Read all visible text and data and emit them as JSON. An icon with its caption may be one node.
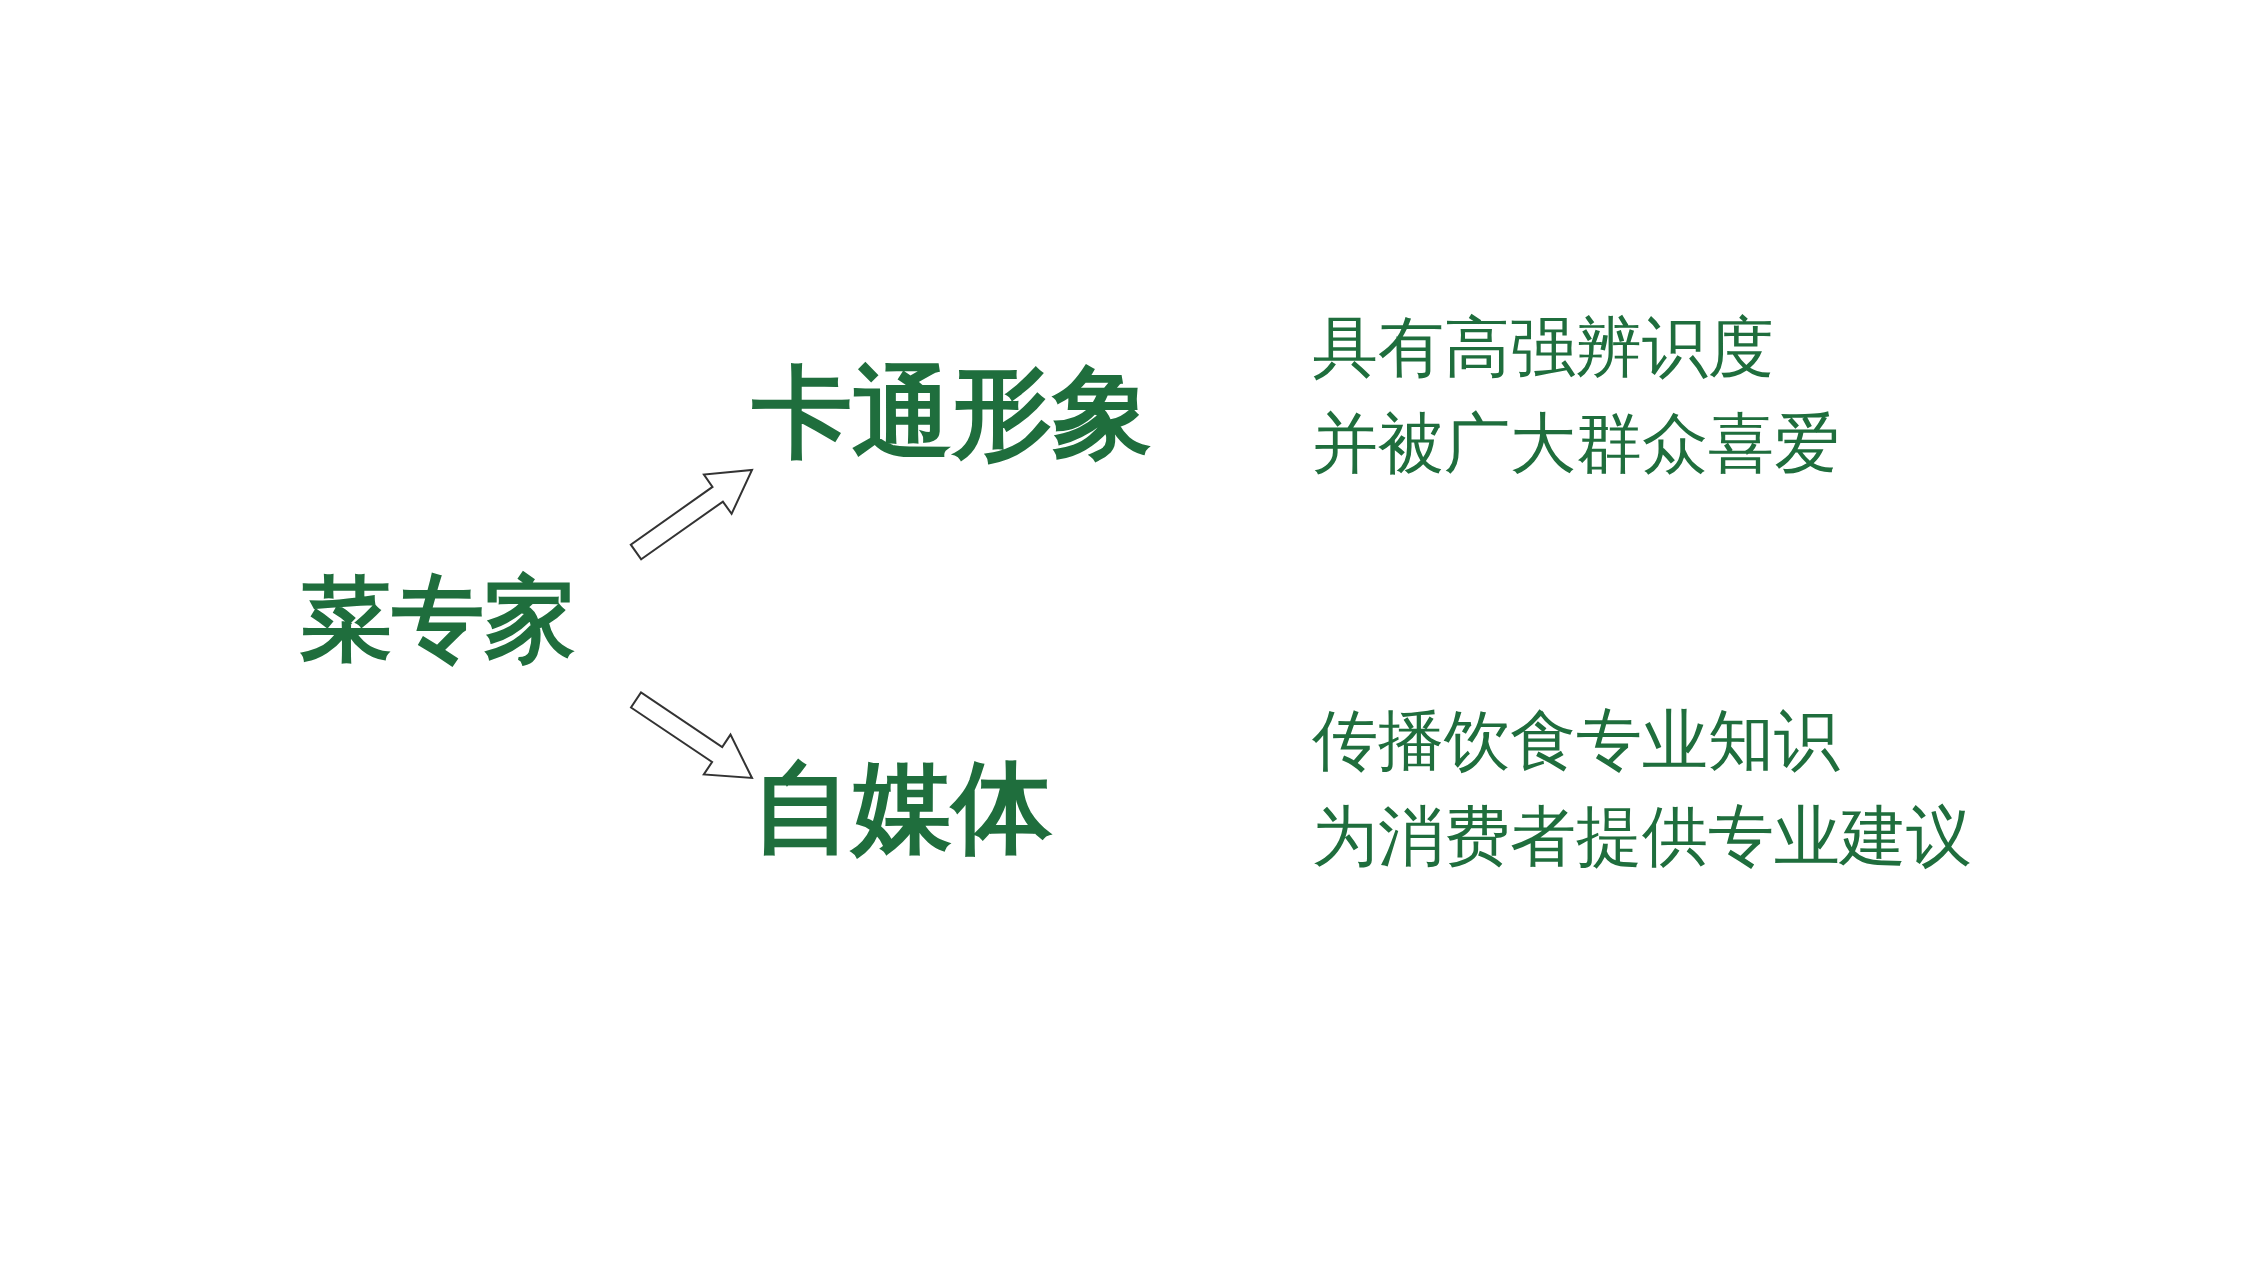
{
  "diagram": {
    "nodes": [
      {
        "text": [
          "菜专家"
        ]
      },
      {
        "text": [
          "卡通形象"
        ],
        "beside": [
          "具有高强辨识度",
          "并被广大群众喜爱"
        ]
      },
      {
        "text": [
          "自媒体"
        ],
        "beside": [
          "传播饮食专业知识",
          "为消费者提供专业建议"
        ]
      }
    ],
    "edges": [
      {
        "from": 0,
        "to": 1,
        "arrow": "to"
      },
      {
        "from": 0,
        "to": 2,
        "arrow": "to"
      }
    ]
  }
}
